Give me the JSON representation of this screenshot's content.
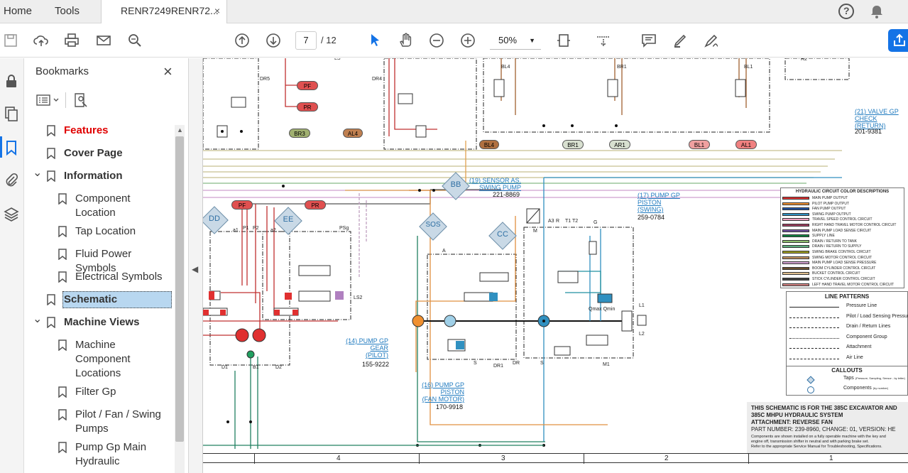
{
  "tabs": {
    "home": "Home",
    "tools": "Tools",
    "document": "RENR7249RENR72...",
    "close_glyph": "×"
  },
  "toolbar": {
    "current_page": "7",
    "page_total": "/ 12",
    "zoom": "50%"
  },
  "bookmarks": {
    "title": "Bookmarks",
    "close_glyph": "×",
    "items": [
      {
        "label": "Features",
        "level": 0,
        "style": "red"
      },
      {
        "label": "Cover Page",
        "level": 0
      },
      {
        "label": "Information",
        "level": 0,
        "expanded": true
      },
      {
        "label": "Component Location",
        "level": 1
      },
      {
        "label": "Tap Location",
        "level": 1
      },
      {
        "label": "Fluid Power Symbols",
        "level": 1
      },
      {
        "label": "Electrical Symbols",
        "level": 1
      },
      {
        "label": "Schematic",
        "level": 0,
        "selected": true
      },
      {
        "label": "Machine Views",
        "level": 0,
        "expanded": true
      },
      {
        "label": "Machine Component Locations",
        "level": 1
      },
      {
        "label": "Filter Gp",
        "level": 1
      },
      {
        "label": "Pilot / Fan / Swing Pumps",
        "level": 1
      },
      {
        "label": "Pump Gp Main Hydraulic",
        "level": 1
      }
    ]
  },
  "schematic": {
    "tags": {
      "pf1": "PF",
      "pr1": "PR",
      "br3": "BR3",
      "al4": "AL4",
      "bl4": "BL4",
      "br1": "BR1",
      "ar1": "AR1",
      "bl1": "BL1",
      "al1": "AL1",
      "pf2": "PF",
      "pr2": "PR"
    },
    "labels": {
      "dr5": "DR5",
      "dr4": "DR4",
      "r2": "R2",
      "bl4top": "BL4",
      "br1top": "BR1",
      "bl1top": "BL1",
      "ls": "LS",
      "psg": "PSg",
      "ls2": "LS2",
      "p1": "P1",
      "p2": "P2",
      "a1": "a1",
      "a2": "a2",
      "d1": "D1",
      "b1": "B1",
      "d2": "D2",
      "m": "M",
      "a3": "A3",
      "r": "R",
      "t1t2": "T1 T2",
      "g": "G",
      "l1": "L1",
      "l2": "L2",
      "m1": "M1",
      "dr1": "DR1",
      "dr": "DR",
      "s1": "S",
      "s2": "S",
      "qmax": "Qmax Qmin",
      "a_small": "A"
    },
    "diamonds": {
      "bb": "BB",
      "dd": "DD",
      "ee": "EE",
      "sos": "SOS",
      "cc": "CC"
    },
    "callouts": {
      "valve_check": [
        "(21) VALVE GP",
        "CHECK",
        "(RETURN)"
      ],
      "valve_check_pn": "201-9381",
      "sensor": [
        "(19) SENSOR AS.",
        "SWING PUMP"
      ],
      "sensor_pn": "221-8869",
      "piston_swing": [
        "(17) PUMP GP",
        "PISTON",
        "(SWING)"
      ],
      "piston_swing_pn": "259-0784",
      "gear_pilot": [
        "(14) PUMP GP",
        "GEAR",
        "(PILOT)"
      ],
      "gear_pilot_pn": "155-9222",
      "piston_fan": [
        "(16) PUMP GP",
        "PISTON",
        "(FAN MOTOR)"
      ],
      "piston_fan_pn": "170-9918"
    },
    "legend": {
      "title": "HYDRAULIC CIRCUIT COLOR DESCRIPTIONS",
      "rows": [
        {
          "color": "#e03030",
          "text": "MAIN PUMP OUTPUT"
        },
        {
          "color": "#f09030",
          "text": "PILOT PUMP OUTPUT"
        },
        {
          "color": "#2050a0",
          "text": "FAN PUMP OUTPUT"
        },
        {
          "color": "#3090c0",
          "text": "SWING PUMP OUTPUT"
        },
        {
          "color": "#f0a0c0",
          "text": "TRAVEL SPEED CONTROL CIRCUIT"
        },
        {
          "color": "#a04060",
          "text": "RIGHT HAND TRAVEL MOTOR CONTROL CIRCUIT"
        },
        {
          "color": "#7050a0",
          "text": "MAIN PUMP LOAD SENSE CIRCUIT"
        },
        {
          "color": "#108040",
          "text": "SUPPLY LINE"
        },
        {
          "color": "#90c070",
          "text": "DRAIN / RETURN TO TANK"
        },
        {
          "color": "#60b080",
          "text": "DRAIN / RETURN TO SUPPLY"
        },
        {
          "color": "#a0a020",
          "text": "SWING BRAKE CONTROL CIRCUIT"
        },
        {
          "color": "#c09060",
          "text": "SWING MOTOR CONTROL CIRCUIT"
        },
        {
          "color": "#d0a0d0",
          "text": "MAIN PUMP LOAD SENSE PRESSURE"
        },
        {
          "color": "#6a5030",
          "text": "BOOM CYLINDER CONTROL CIRCUIT"
        },
        {
          "color": "#e0c090",
          "text": "BUCKET CONTROL CIRCUIT"
        },
        {
          "color": "#404040",
          "text": "STICK CYLINDER CONTROL CIRCUIT"
        },
        {
          "color": "#d08080",
          "text": "LEFT HAND TRAVEL MOTOR CONTROL CIRCUIT"
        }
      ]
    },
    "patterns": {
      "title": "LINE PATTERNS",
      "rows": [
        {
          "style": "solid",
          "text": "Pressure Line"
        },
        {
          "style": "dashed",
          "text": "Pilot / Load Sensing Pressure"
        },
        {
          "style": "dashed",
          "text": "Drain / Return Lines"
        },
        {
          "style": "dashdot",
          "text": "Component Group"
        },
        {
          "style": "dashed",
          "text": "Attachment"
        },
        {
          "style": "dashed",
          "text": "Air Line"
        }
      ],
      "callouts_title": "CALLOUTS",
      "taps": "Taps",
      "taps_note": "(Pressure, Sampling, Sensor - by letter)",
      "components": "Components",
      "components_note": "(by number)"
    },
    "note": {
      "line1": "THIS SCHEMATIC IS FOR THE 385C EXCAVATOR AND",
      "line2": "385C MHPU HYDRAULIC SYSTEM",
      "line3": "ATTACHMENT: REVERSE FAN",
      "line4": "PART NUMBER: 239-8960, CHANGE: 01, VERSION: HE",
      "fine1": "Components are shown installed on a fully operable machine with the key and",
      "fine2": "engine off, transmission shifter in neutral and with parking brake set.",
      "fine3": "Refer to the appropriate Service Manual for Troubleshooting, Specifications."
    },
    "columns": [
      "4",
      "3",
      "2",
      "1"
    ]
  },
  "colors": {
    "accent": "#1473e6",
    "features_red": "#e00000",
    "selected_bg": "#b8d7f0"
  }
}
